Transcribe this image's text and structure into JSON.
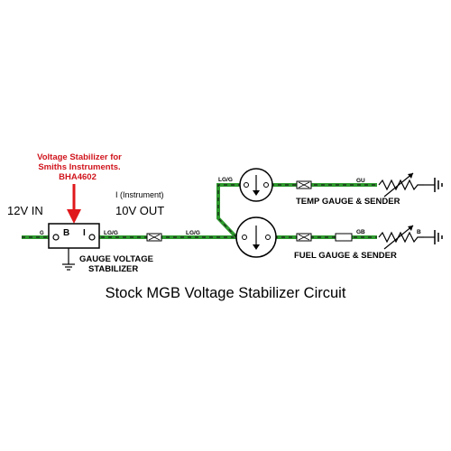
{
  "annotation": {
    "line1": "Voltage Stabilizer for",
    "line2": "Smiths Instruments.",
    "line3": "BHA4602",
    "arrow_color": "#e0181c"
  },
  "labels": {
    "input": "12V  IN",
    "instrument": "I (Instrument)",
    "output": "10V  OUT",
    "terminal_b": "B",
    "terminal_i": "I",
    "wire_g": "G",
    "wire_lgg_1": "LG/G",
    "wire_lgg_2": "LG/G",
    "wire_lgg_top": "LG/G",
    "wire_gu": "GU",
    "wire_gb": "GB",
    "wire_b": "B",
    "stabilizer_line1": "GAUGE VOLTAGE",
    "stabilizer_line2": "STABILIZER",
    "temp_gauge": "TEMP GAUGE & SENDER",
    "fuel_gauge": "FUEL GAUGE & SENDER",
    "caption": "Stock MGB Voltage Stabilizer Circuit"
  },
  "colors": {
    "wire_green": "#2e9a2e",
    "wire_dash": "#1a1a1a",
    "annotation_red": "#d0141c"
  }
}
